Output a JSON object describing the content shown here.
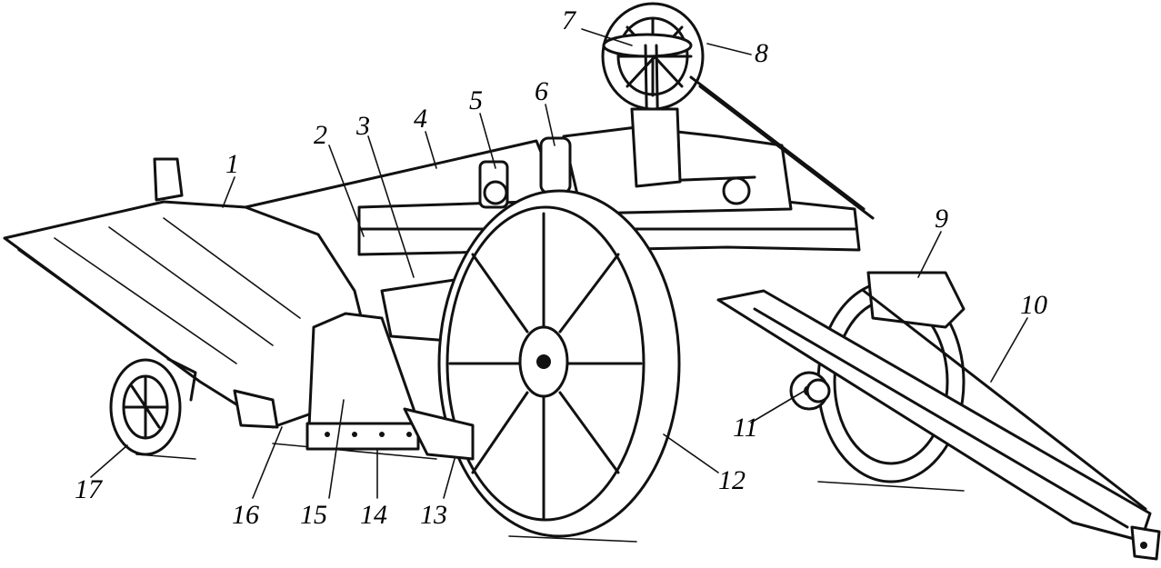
{
  "labels": [
    "1",
    "2",
    "3",
    "4",
    "5",
    "6",
    "7",
    "8",
    "9",
    "10",
    "11",
    "12",
    "13",
    "14",
    "15",
    "16",
    "17"
  ],
  "colors": {
    "ink": "#111111",
    "paper": "#ffffff"
  }
}
